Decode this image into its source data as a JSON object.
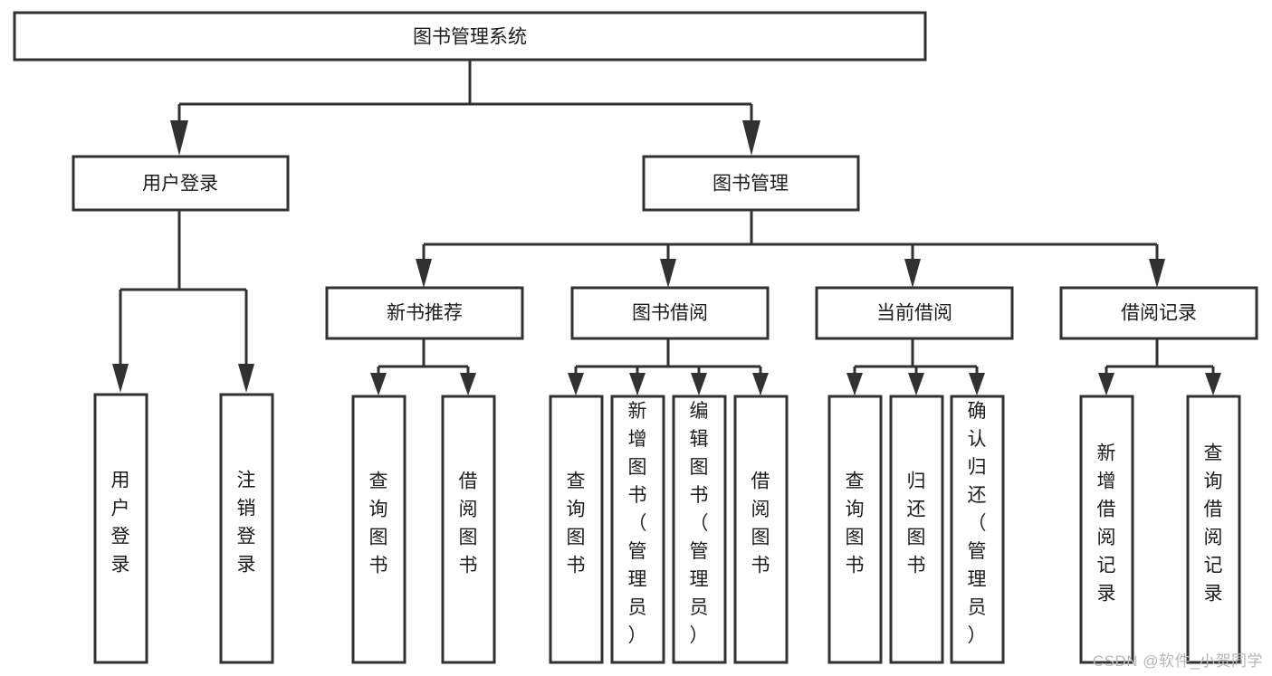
{
  "diagram": {
    "type": "tree",
    "title": "图书管理系统",
    "orientation": "top-down",
    "root": {
      "id": "root",
      "label": "图书管理系统"
    },
    "level2": [
      {
        "id": "user-login",
        "label": "用户登录"
      },
      {
        "id": "book-manage",
        "label": "图书管理"
      }
    ],
    "level3": [
      {
        "id": "new-book-recommend",
        "label": "新书推荐",
        "parent": "book-manage"
      },
      {
        "id": "book-borrow",
        "label": "图书借阅",
        "parent": "book-manage"
      },
      {
        "id": "current-borrow",
        "label": "当前借阅",
        "parent": "book-manage"
      },
      {
        "id": "borrow-record",
        "label": "借阅记录",
        "parent": "book-manage"
      }
    ],
    "leaves": {
      "user-login": [
        {
          "id": "leaf-user-login",
          "label": "用户登录"
        },
        {
          "id": "leaf-logout-login",
          "label": "注销登录"
        }
      ],
      "new-book-recommend": [
        {
          "id": "leaf-query-book-1",
          "label": "查询图书"
        },
        {
          "id": "leaf-borrow-book-1",
          "label": "借阅图书"
        }
      ],
      "book-borrow": [
        {
          "id": "leaf-query-book-2",
          "label": "查询图书"
        },
        {
          "id": "leaf-add-book",
          "label": "新增图书（管理员）"
        },
        {
          "id": "leaf-edit-book",
          "label": "编辑图书（管理员）"
        },
        {
          "id": "leaf-borrow-book-2",
          "label": "借阅图书"
        }
      ],
      "current-borrow": [
        {
          "id": "leaf-query-book-3",
          "label": "查询图书"
        },
        {
          "id": "leaf-return-book",
          "label": "归还图书"
        },
        {
          "id": "leaf-confirm-return",
          "label": "确认归还（管理员）"
        }
      ],
      "borrow-record": [
        {
          "id": "leaf-add-record",
          "label": "新增借阅记录"
        },
        {
          "id": "leaf-query-record",
          "label": "查询借阅记录"
        }
      ]
    }
  },
  "watermark": {
    "text": "CSDN @软件_小贺同学"
  },
  "colors": {
    "stroke": "#33312f",
    "box_fill": "#ffffff",
    "text": "#1c1c1c",
    "watermark": "#b7b7b7",
    "background": "#ffffff"
  }
}
